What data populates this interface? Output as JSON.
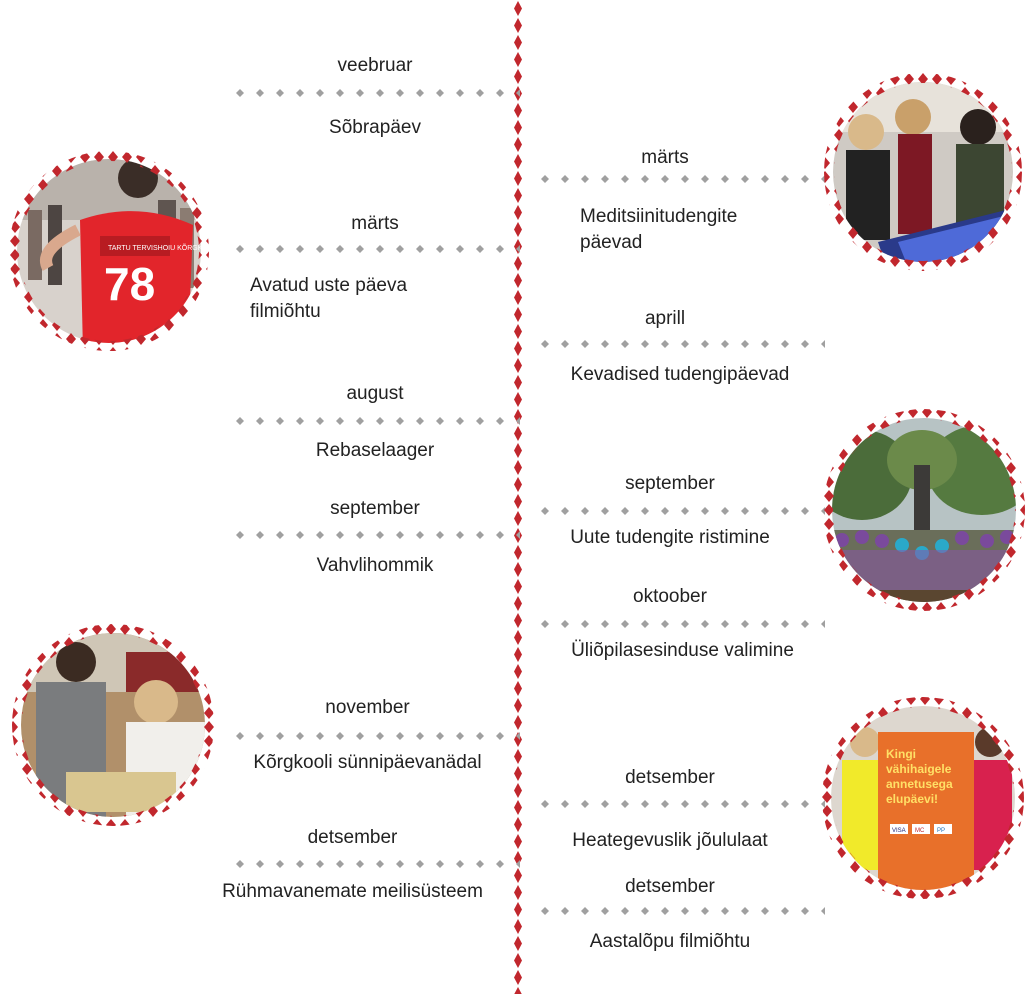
{
  "timeline": {
    "left_events": [
      {
        "month": "veebruar",
        "title": "Sõbrapäev"
      },
      {
        "month": "märts",
        "title": "Avatud uste päeva\nfilmiõhtu"
      },
      {
        "month": "august",
        "title": "Rebaselaager"
      },
      {
        "month": "september",
        "title": "Vahvlihommik"
      },
      {
        "month": "november",
        "title": "Kõrgkooli sünnipäevanädal"
      },
      {
        "month": "detsember",
        "title": "Rühmavanemate meilisüsteem"
      }
    ],
    "right_events": [
      {
        "month": "märts",
        "title": "Meditsiinitudengite\npäevad"
      },
      {
        "month": "aprill",
        "title": "Kevadised tudengipäevad"
      },
      {
        "month": "september",
        "title": "Uute tudengite ristimine"
      },
      {
        "month": "oktoober",
        "title": "Üliõpilasesinduse valimine"
      },
      {
        "month": "detsember",
        "title": "Heategevuslik jõululaat"
      },
      {
        "month": "detsember",
        "title": "Aastalõpu filmiõhtu"
      }
    ],
    "photos": [
      {
        "name": "photo-runner-78",
        "jersey_number": "78",
        "jersey_text": "TARTU TERVISHOIU KÕRGKOOL"
      },
      {
        "name": "photo-medical-students"
      },
      {
        "name": "photo-group-park"
      },
      {
        "name": "photo-workshop"
      },
      {
        "name": "photo-charity-poster",
        "poster_text": "Kingi\nvähihaigele\nannetusega\nelupäevi!",
        "poster_cards": [
          "VISA",
          "MC",
          "PP"
        ]
      }
    ]
  },
  "colors": {
    "accent": "#c1272d",
    "connector": "#a0a0a0",
    "text": "#222222"
  }
}
